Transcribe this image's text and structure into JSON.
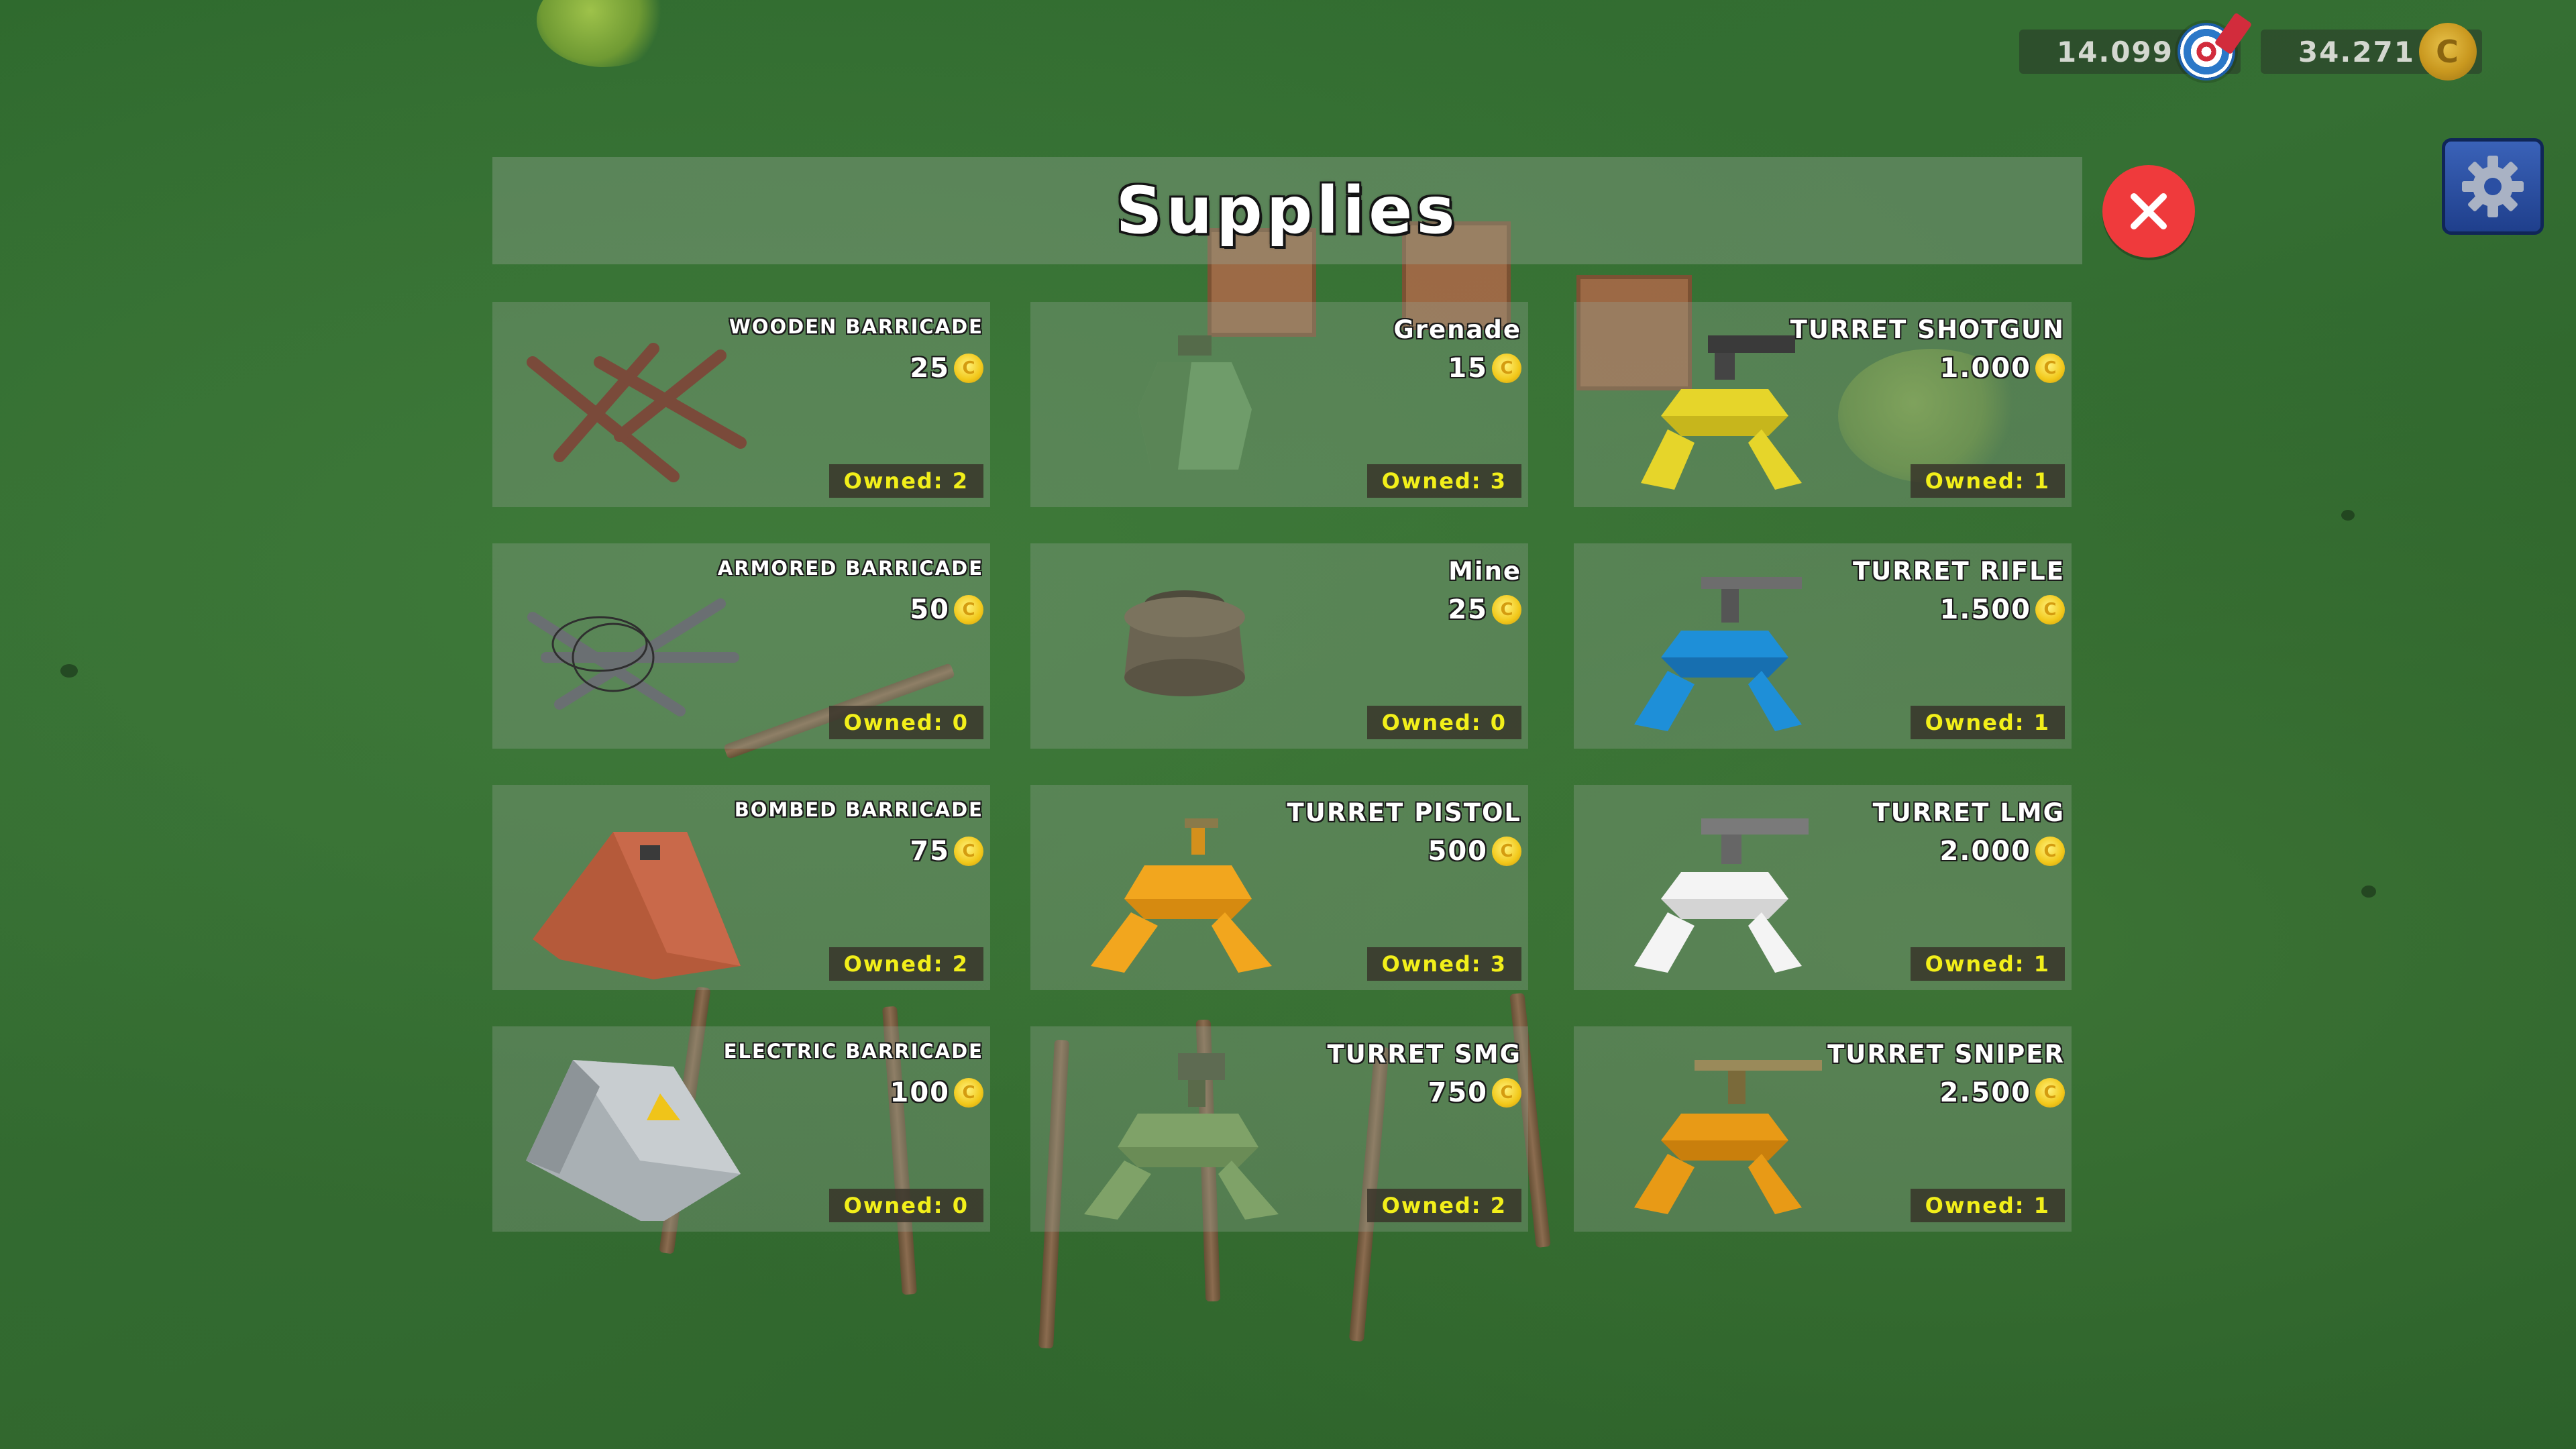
{
  "hud": {
    "score": "14.099",
    "coins": "34.271",
    "score_icon": "target-icon",
    "coin_icon": "coin-icon",
    "coin_symbol": "C"
  },
  "panel": {
    "title": "Supplies",
    "close_icon": "close-icon",
    "settings_icon": "gear-icon"
  },
  "coin_symbol": "C",
  "colors": {
    "close": "#ef3a3c",
    "settings": "#2b4fa3",
    "owned_text": "#f2ef1a",
    "coin": "#f2c81a"
  },
  "items": [
    {
      "name": "WOODEN BARRICADE",
      "price": "25",
      "owned": "Owned: 2"
    },
    {
      "name": "Grenade",
      "price": "15",
      "owned": "Owned: 3"
    },
    {
      "name": "TURRET SHOTGUN",
      "price": "1.000",
      "owned": "Owned: 1"
    },
    {
      "name": "ARMORED BARRICADE",
      "price": "50",
      "owned": "Owned: 0"
    },
    {
      "name": "Mine",
      "price": "25",
      "owned": "Owned: 0"
    },
    {
      "name": "TURRET RIFLE",
      "price": "1.500",
      "owned": "Owned: 1"
    },
    {
      "name": "BOMBED BARRICADE",
      "price": "75",
      "owned": "Owned: 2"
    },
    {
      "name": "TURRET PISTOL",
      "price": "500",
      "owned": "Owned: 3"
    },
    {
      "name": "TURRET LMG",
      "price": "2.000",
      "owned": "Owned: 1"
    },
    {
      "name": "ELECTRIC BARRICADE",
      "price": "100",
      "owned": "Owned: 0"
    },
    {
      "name": "TURRET SMG",
      "price": "750",
      "owned": "Owned: 2"
    },
    {
      "name": "TURRET SNIPER",
      "price": "2.500",
      "owned": "Owned: 1"
    }
  ]
}
